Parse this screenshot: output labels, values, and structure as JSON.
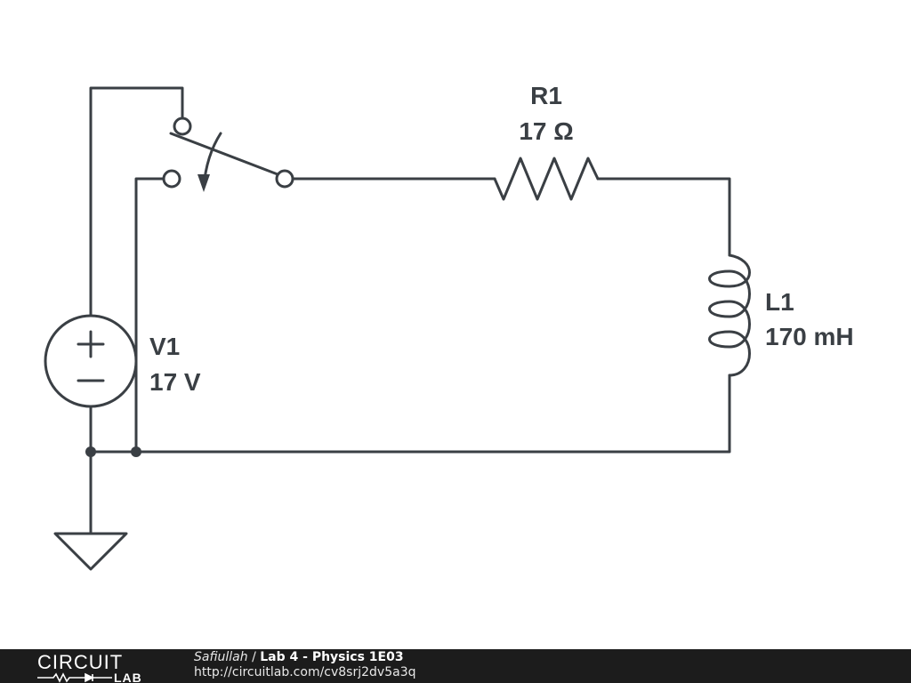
{
  "components": {
    "resistor": {
      "name": "R1",
      "value": "17 Ω"
    },
    "inductor": {
      "name": "L1",
      "value": "170 mH"
    },
    "source": {
      "name": "V1",
      "value": "17 V",
      "plus_sign": "+",
      "minus_sign": "−"
    }
  },
  "footer": {
    "logo_top": "CIRCUIT",
    "logo_bottom": "LAB",
    "author": "Safiullah",
    "separator": " / ",
    "title": "Lab 4 - Physics 1E03",
    "url": "http://circuitlab.com/cv8srj2dv5a3q"
  },
  "colors": {
    "wire": "#3a3f44",
    "footer_bg": "#1c1c1c",
    "background": "#ffffff"
  }
}
